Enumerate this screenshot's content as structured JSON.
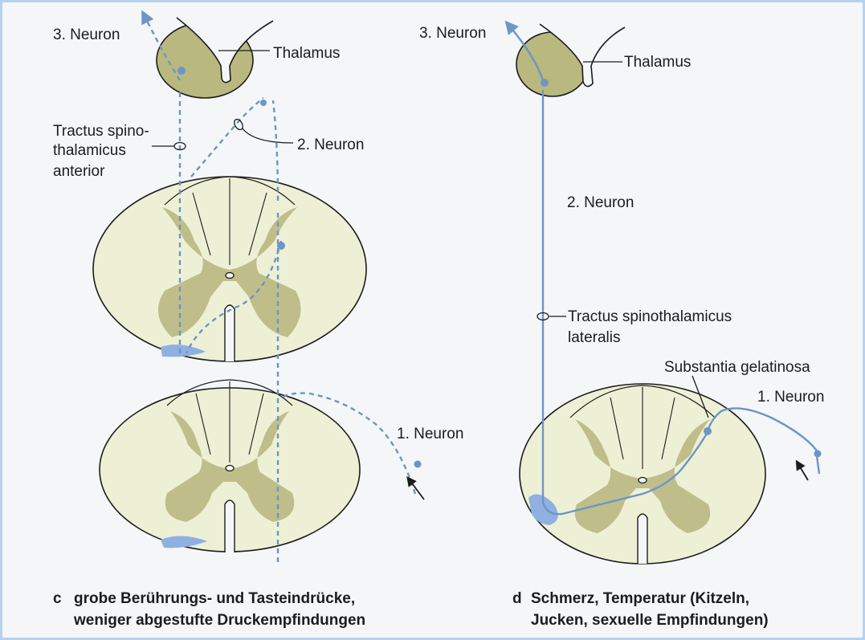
{
  "labels": {
    "c_third_neuron": "3. Neuron",
    "c_thalamus": "Thalamus",
    "c_tract_line1": "Tractus spino-",
    "c_tract_line2": "thalamicus",
    "c_tract_line3": "anterior",
    "c_second_neuron": "2. Neuron",
    "c_first_neuron": "1. Neuron",
    "d_third_neuron": "3. Neuron",
    "d_thalamus": "Thalamus",
    "d_second_neuron": "2. Neuron",
    "d_tract_line1": "Tractus spinothalamicus",
    "d_tract_line2": "lateralis",
    "d_substantia": "Substantia gelatinosa",
    "d_first_neuron": "1. Neuron"
  },
  "captions": {
    "c_letter": "c",
    "c_line1": "grobe Berührungs- und Tasteindrücke,",
    "c_line2": "weniger abgestufte Druckempfindungen",
    "d_letter": "d",
    "d_line1": "Schmerz, Temperatur (Kitzeln,",
    "d_line2": "Jucken, sexuelle Empfindungen)"
  },
  "colors": {
    "background": "#f4f6f8",
    "cord_white_matter": "#eef0d6",
    "gray_matter": "#bfbe8a",
    "thalamus": "#b9b87f",
    "pathway_blue": "#6d95c6",
    "tract_highlight": "#8fb0e0",
    "outline": "#1c1c1c"
  }
}
